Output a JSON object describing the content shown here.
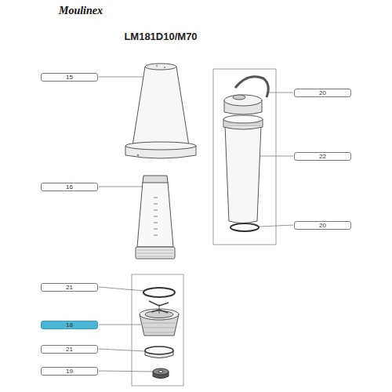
{
  "diagram": {
    "title": "LM181D10/M70",
    "nodes": [
      {
        "text": [
          "15"
        ]
      },
      {
        "text": [
          "16"
        ]
      },
      {
        "text": [
          "21"
        ]
      },
      {
        "text": [
          "18"
        ]
      },
      {
        "text": [
          "21"
        ]
      },
      {
        "text": [
          "19"
        ]
      },
      {
        "text": [
          "20"
        ]
      },
      {
        "text": [
          "22"
        ]
      },
      {
        "text": [
          "20"
        ]
      }
    ],
    "labels": [
      "Moulinex"
    ]
  }
}
